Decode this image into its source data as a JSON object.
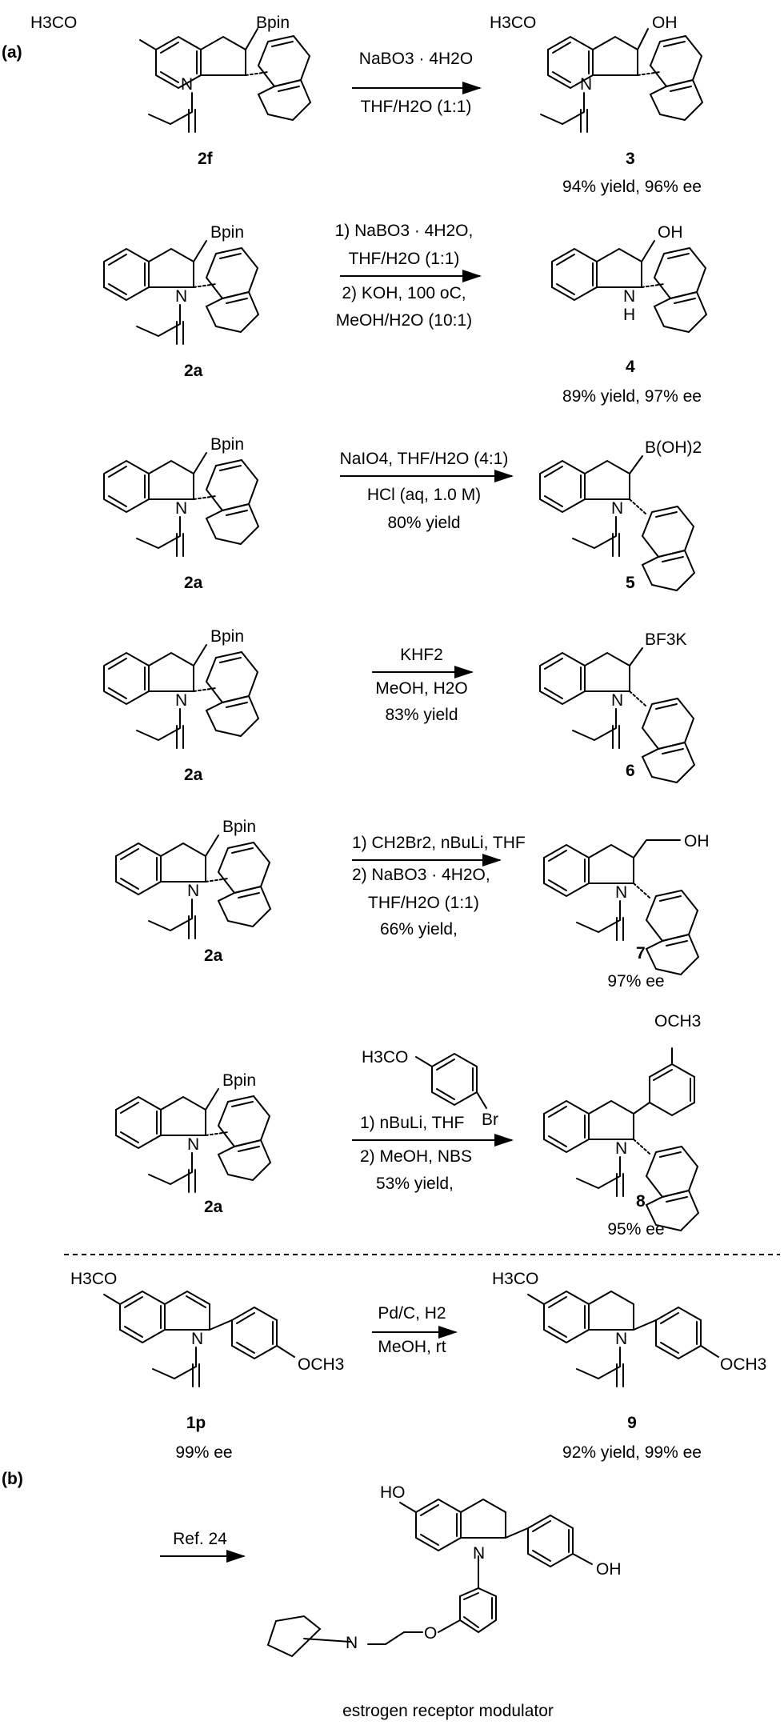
{
  "sections": {
    "a_label": "(a)",
    "b_label": "(b)"
  },
  "reactions": [
    {
      "substrate": "2f",
      "product": "3",
      "conditions": [
        "NaBO3 · 4H2O",
        "THF/H2O (1:1)"
      ],
      "result": "94% yield, 96% ee",
      "sub_atoms": [
        "H3CO",
        "Bpin",
        "N"
      ],
      "prod_atoms": [
        "H3CO",
        "OH",
        "N"
      ]
    },
    {
      "substrate": "2a",
      "product": "4",
      "conditions": [
        "1) NaBO3 · 4H2O,",
        "THF/H2O (1:1)",
        "2) KOH, 100 oC,",
        "MeOH/H2O (10:1)"
      ],
      "result": "89% yield, 97% ee",
      "sub_atoms": [
        "Bpin",
        "N"
      ],
      "prod_atoms": [
        "OH",
        "N",
        "H"
      ]
    },
    {
      "substrate": "2a",
      "product": "5",
      "conditions": [
        "NaIO4, THF/H2O (4:1)",
        "HCl (aq, 1.0 M)",
        "80% yield"
      ],
      "result": "",
      "sub_atoms": [
        "Bpin",
        "N"
      ],
      "prod_atoms": [
        "B(OH)2",
        "N"
      ]
    },
    {
      "substrate": "2a",
      "product": "6",
      "conditions": [
        "KHF2",
        "MeOH, H2O",
        "83% yield"
      ],
      "result": "",
      "sub_atoms": [
        "Bpin",
        "N"
      ],
      "prod_atoms": [
        "BF3K",
        "N"
      ]
    },
    {
      "substrate": "2a",
      "product": "7",
      "conditions": [
        "1) CH2Br2, nBuLi, THF",
        "2) NaBO3 · 4H2O,",
        "THF/H2O (1:1)",
        "66% yield,"
      ],
      "result": "97% ee",
      "sub_atoms": [
        "Bpin",
        "N"
      ],
      "prod_atoms": [
        "OH",
        "N"
      ]
    },
    {
      "substrate": "2a",
      "product": "8",
      "conditions": [
        "1) nBuLi, THF",
        "2) MeOH, NBS",
        "53% yield,"
      ],
      "reagent_atoms": [
        "H3CO",
        "Br"
      ],
      "result": "95% ee",
      "sub_atoms": [
        "Bpin",
        "N"
      ],
      "prod_atoms": [
        "OCH3",
        "N"
      ]
    }
  ],
  "part_b": {
    "substrate": "1p",
    "substrate_ee": "99% ee",
    "product": "9",
    "product_result": "92% yield, 99% ee",
    "conditions": [
      "Pd/C, H2",
      "MeOH, rt"
    ],
    "sub_atoms": [
      "H3CO",
      "N",
      "OCH3"
    ],
    "prod_atoms": [
      "H3CO",
      "N",
      "OCH3"
    ],
    "ref_label": "Ref. 24",
    "final_atoms": [
      "HO",
      "N",
      "OH",
      "N",
      "O"
    ],
    "final_name": "estrogen receptor modulator"
  }
}
